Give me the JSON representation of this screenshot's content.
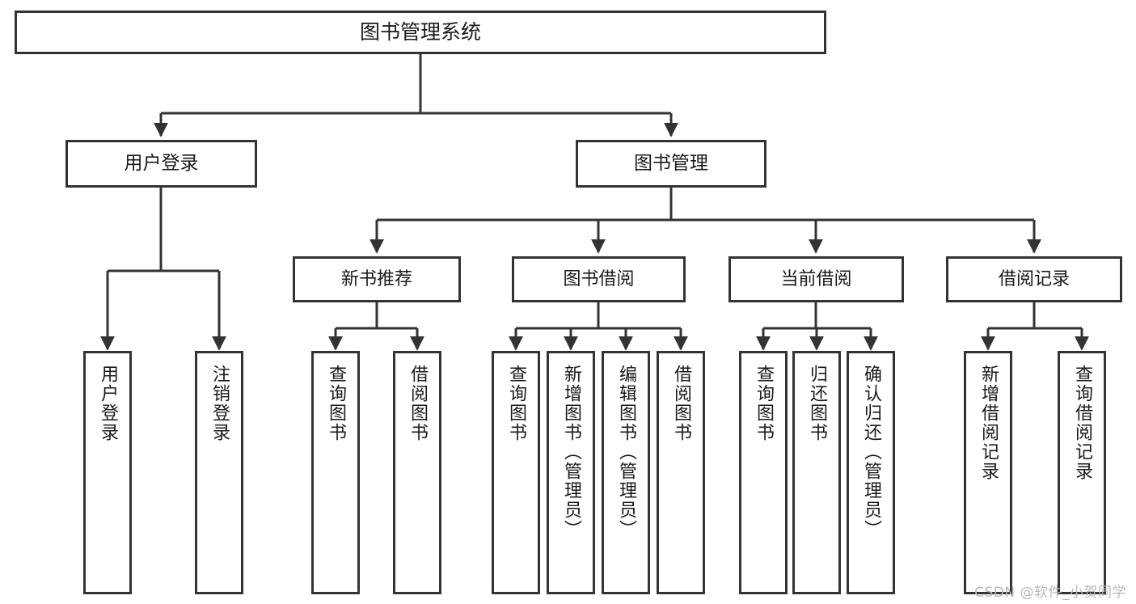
{
  "diagram": {
    "type": "tree",
    "title": "图书管理系统",
    "orientation": "top-down",
    "colors": {
      "box_border": "#333333",
      "box_fill": "#ffffff",
      "edge": "#333333",
      "text": "#1a1a1a",
      "watermark": "#b8b8b8",
      "background": "#ffffff"
    },
    "nodes": {
      "root": {
        "label": "图书管理系统",
        "level": 0
      },
      "user_login": {
        "label": "用户登录",
        "level": 1
      },
      "book_manage": {
        "label": "图书管理",
        "level": 1
      },
      "new_book_rec": {
        "label": "新书推荐",
        "level": 2
      },
      "book_borrow": {
        "label": "图书借阅",
        "level": 2
      },
      "current_borrow": {
        "label": "当前借阅",
        "level": 2
      },
      "borrow_record": {
        "label": "借阅记录",
        "level": 2
      },
      "leaf_user_login": {
        "label": "用户登录",
        "level": 3
      },
      "leaf_logout": {
        "label": "注销登录",
        "level": 3
      },
      "leaf_query_book_1": {
        "label": "查询图书",
        "level": 3
      },
      "leaf_borrow_book_1": {
        "label": "借阅图书",
        "level": 3
      },
      "leaf_query_book_2": {
        "label": "查询图书",
        "level": 3
      },
      "leaf_add_book": {
        "label": "新增图书（管理员）",
        "level": 3
      },
      "leaf_edit_book": {
        "label": "编辑图书（管理员）",
        "level": 3
      },
      "leaf_borrow_book_2": {
        "label": "借阅图书",
        "level": 3
      },
      "leaf_query_book_3": {
        "label": "查询图书",
        "level": 3
      },
      "leaf_return_book": {
        "label": "归还图书",
        "level": 3
      },
      "leaf_confirm_return": {
        "label": "确认归还（管理员）",
        "level": 3
      },
      "leaf_add_record": {
        "label": "新增借阅记录",
        "level": 3
      },
      "leaf_query_record": {
        "label": "查询借阅记录",
        "level": 3
      }
    }
  },
  "watermark": {
    "text": "CSDN @软件_小贺同学"
  }
}
